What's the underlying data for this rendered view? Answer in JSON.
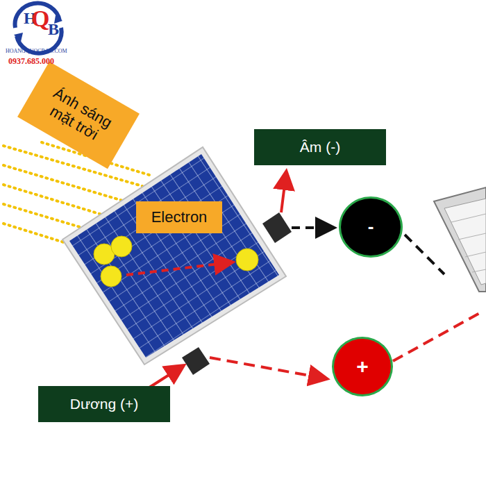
{
  "diagram": {
    "nodes": [
      {
        "text": [
          "Ánh sáng mặt trời"
        ]
      },
      {
        "text": [
          "Electron"
        ]
      },
      {
        "text": [
          "Âm (-)"
        ]
      },
      {
        "text": [
          "-"
        ]
      },
      {
        "text": [
          "+"
        ]
      },
      {
        "text": [
          "Dương (+)"
        ]
      }
    ],
    "labels": [
      "H",
      "Q",
      "B",
      "HOANGQUOCBAO.COM",
      "0937.685.000"
    ]
  }
}
